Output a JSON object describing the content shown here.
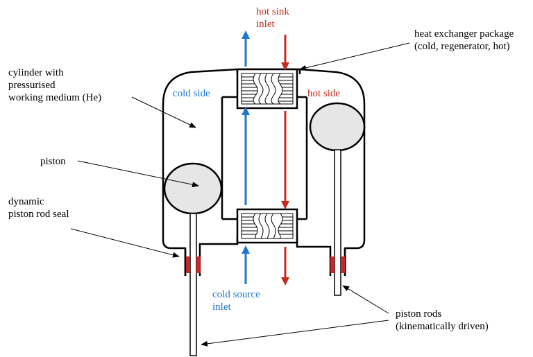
{
  "colors": {
    "cold": "#1f77c9",
    "hot": "#c42b1c",
    "outline": "#000000",
    "piston_fill": "#e6e6e6",
    "seal": "#c62828"
  },
  "labels": {
    "hot_sink": {
      "line1": "hot sink",
      "line2": "inlet"
    },
    "heat_exchanger": {
      "line1": "heat exchanger package",
      "line2": "(cold, regenerator, hot)"
    },
    "cylinder": {
      "line1": "cylinder with",
      "line2": "pressurised",
      "line3": "working medium (He)"
    },
    "cold_side": "cold side",
    "hot_side": "hot side",
    "piston": "piston",
    "seal": {
      "line1": "dynamic",
      "line2": "piston rod seal"
    },
    "cold_source": {
      "line1": "cold source",
      "line2": "inlet"
    },
    "piston_rods": {
      "line1": "piston rods",
      "line2": "(kinematically  driven)"
    }
  }
}
